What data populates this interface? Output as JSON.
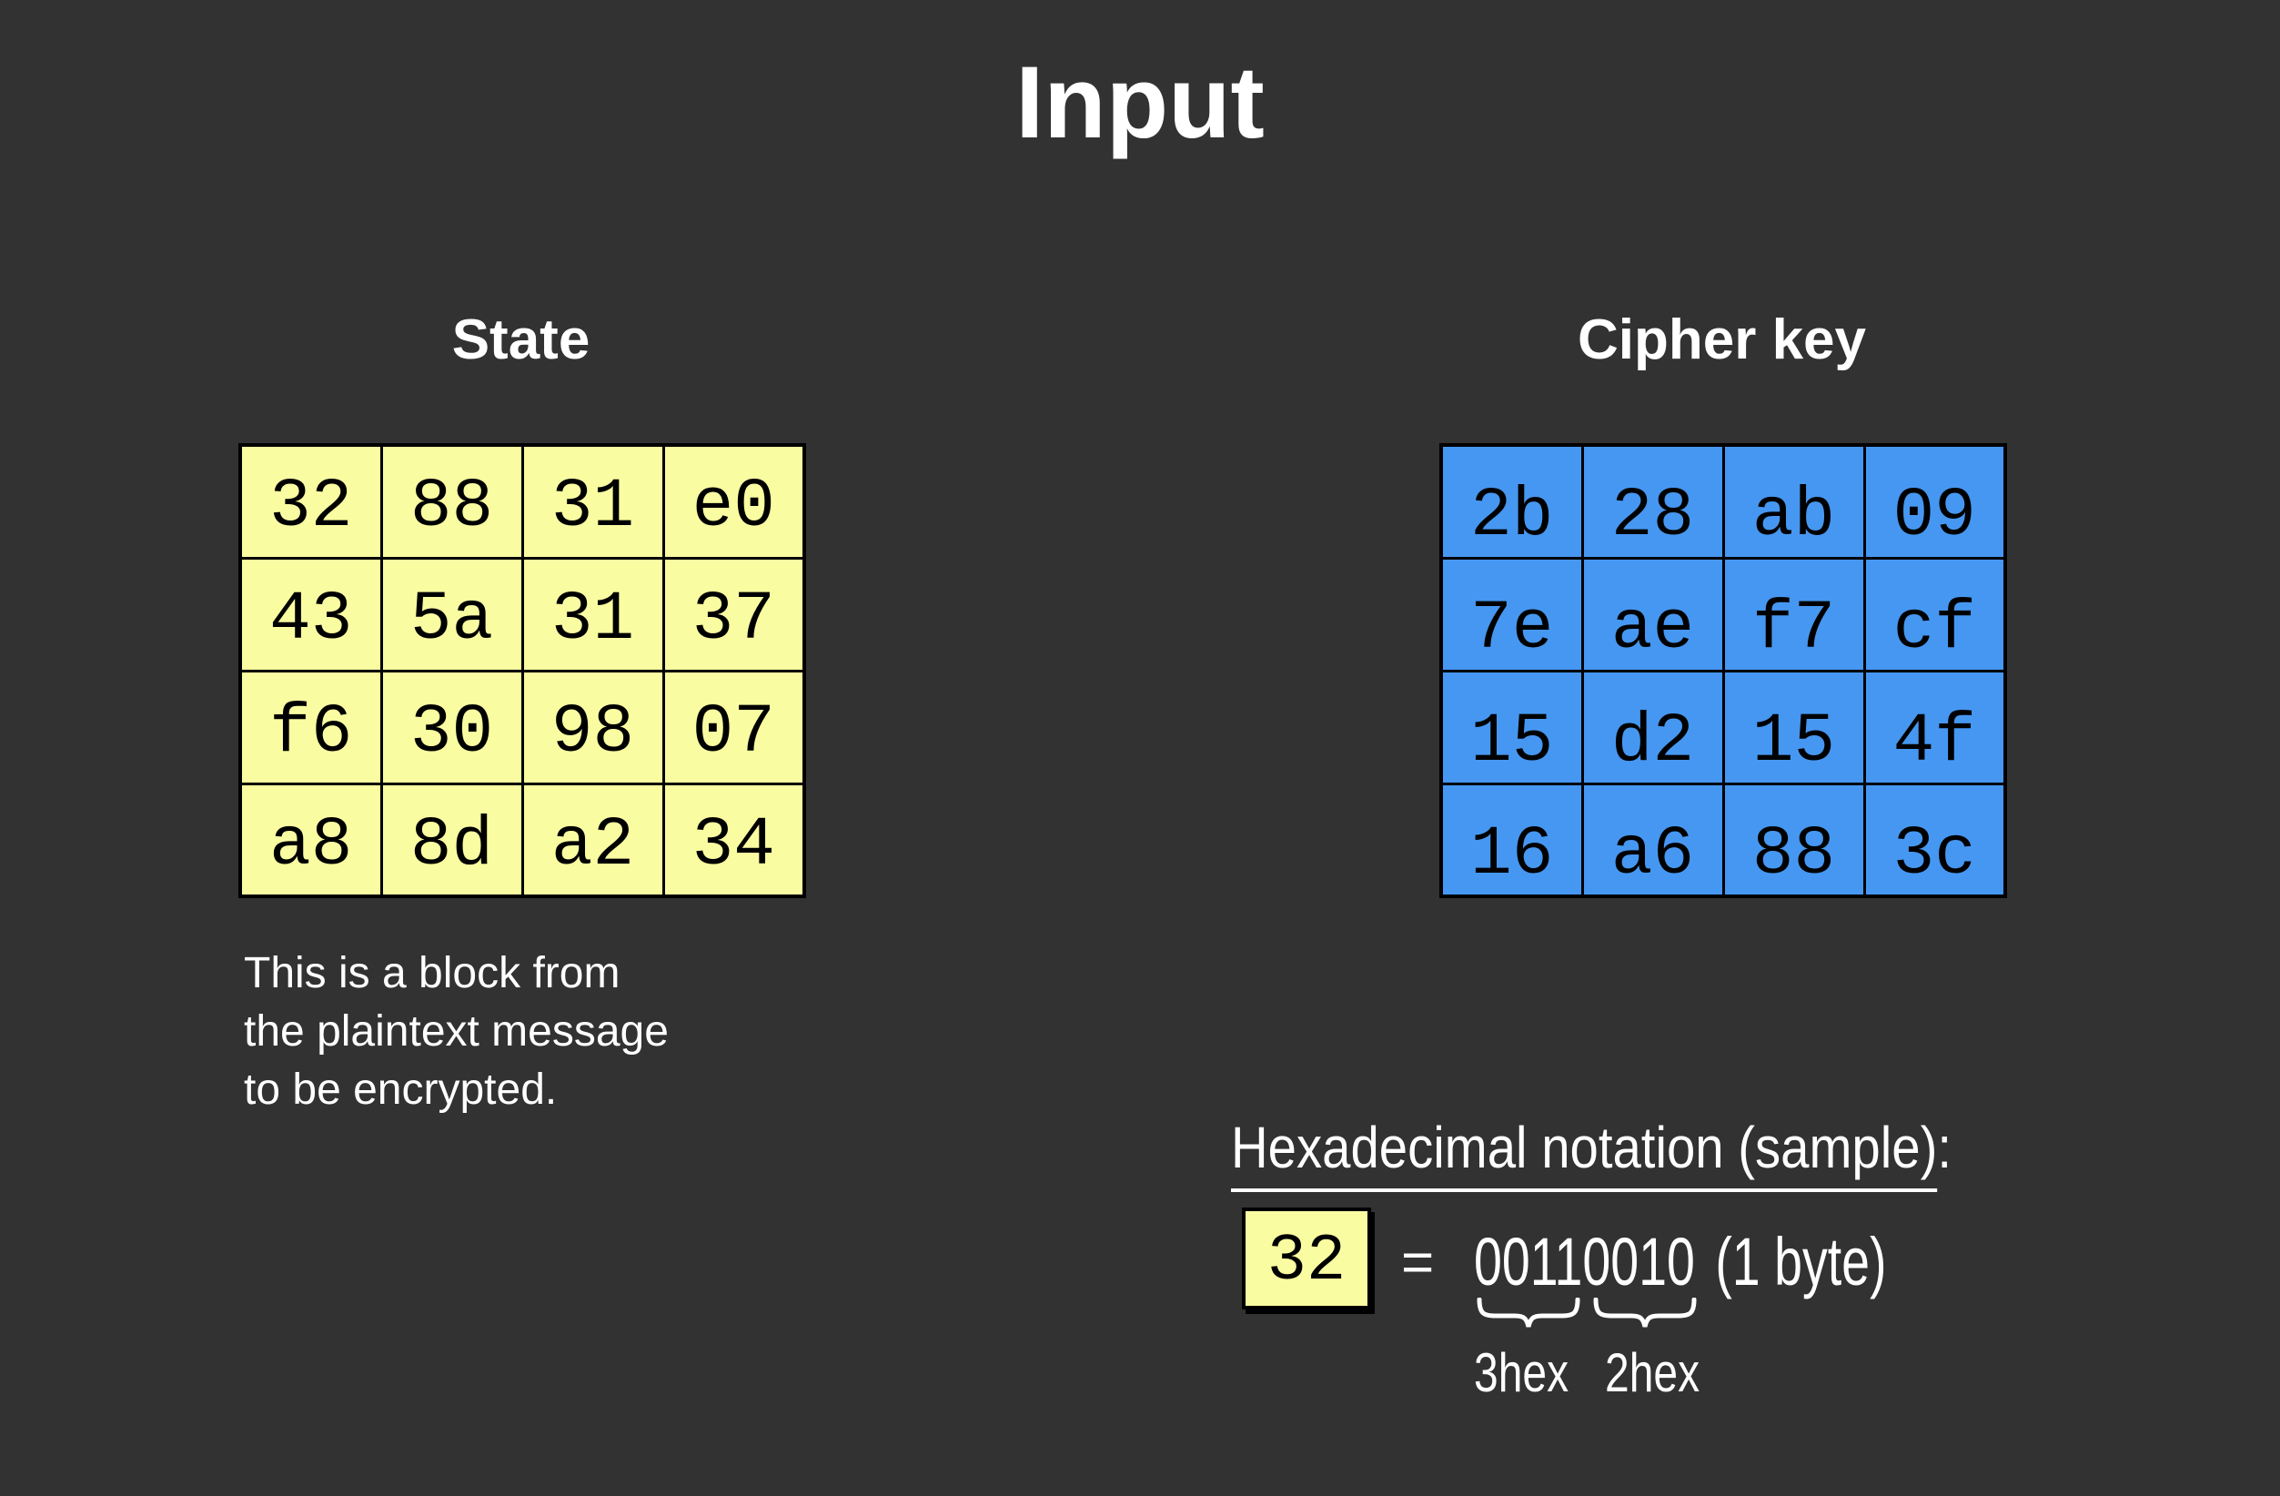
{
  "page": {
    "title": "Input"
  },
  "colors": {
    "background": "#323233",
    "state_cell": "#fafca1",
    "cipher_cell": "#4697f1",
    "grid_border": "#000000",
    "text_light": "#ffffff",
    "text_dark": "#000000"
  },
  "state": {
    "heading": "State",
    "grid": [
      [
        "32",
        "88",
        "31",
        "e0"
      ],
      [
        "43",
        "5a",
        "31",
        "37"
      ],
      [
        "f6",
        "30",
        "98",
        "07"
      ],
      [
        "a8",
        "8d",
        "a2",
        "34"
      ]
    ],
    "caption": [
      "This is a block from",
      "the plaintext message",
      "to be encrypted."
    ]
  },
  "cipher_key": {
    "heading": "Cipher key",
    "grid": [
      [
        "2b",
        "28",
        "ab",
        "09"
      ],
      [
        "7e",
        "ae",
        "f7",
        "cf"
      ],
      [
        "15",
        "d2",
        "15",
        "4f"
      ],
      [
        "16",
        "a6",
        "88",
        "3c"
      ]
    ]
  },
  "hex_notation": {
    "heading_underlined": "Hexadecimal notation (sample)",
    "heading_suffix": ":",
    "sample_value": "32",
    "equals": "=",
    "binary": "00110010",
    "byte_note": "(1 byte)",
    "brace_labels": [
      "3hex",
      "2hex"
    ]
  }
}
